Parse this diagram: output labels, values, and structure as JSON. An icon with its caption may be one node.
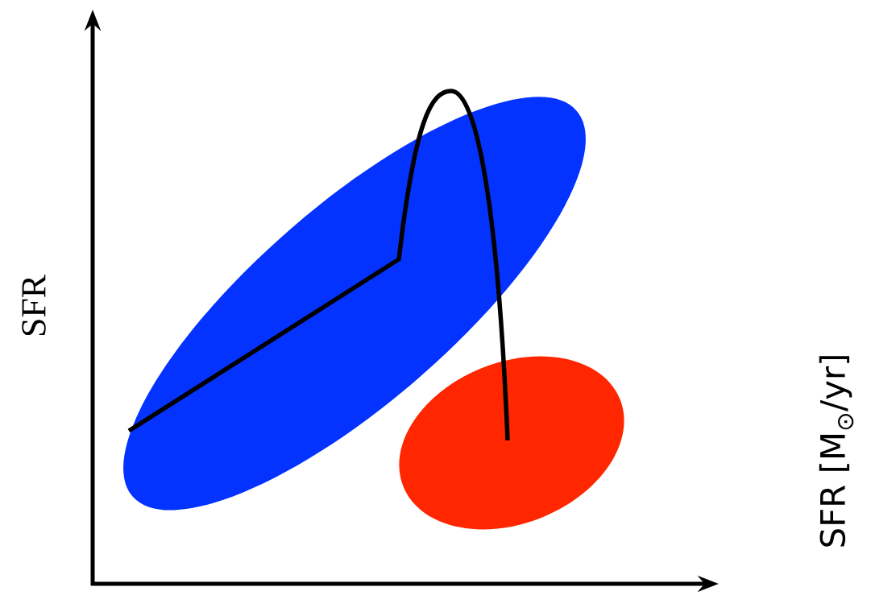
{
  "diagram": {
    "nodes": [
      {
        "text": [],
        "shape": "ellipse"
      },
      {
        "text": [],
        "shape": "ellipse"
      }
    ],
    "edges": [
      {
        "from": 0,
        "to": 1,
        "arrow": "none"
      }
    ],
    "labels": [
      "SFR",
      "SFR [M$_{⊙}$/yr]"
    ]
  }
}
